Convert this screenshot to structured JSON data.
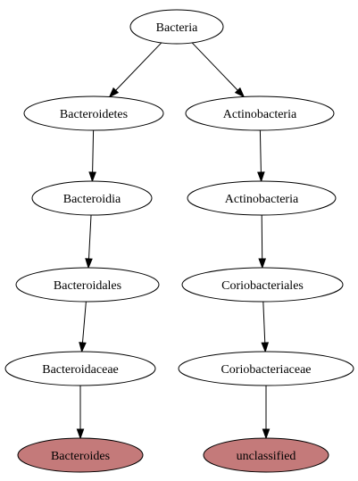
{
  "diagram": {
    "colors": {
      "default_fill": "#ffffff",
      "leaf_fill": "#c47a7a",
      "stroke": "#000000",
      "text": "#000000"
    },
    "nodes": [
      {
        "id": "bacteria",
        "label": "Bacteria",
        "highlighted": false
      },
      {
        "id": "bacteroidetes",
        "label": "Bacteroidetes",
        "highlighted": false
      },
      {
        "id": "actinobacteria-phylum",
        "label": "Actinobacteria",
        "highlighted": false
      },
      {
        "id": "bacteroidia",
        "label": "Bacteroidia",
        "highlighted": false
      },
      {
        "id": "actinobacteria-class",
        "label": "Actinobacteria",
        "highlighted": false
      },
      {
        "id": "bacteroidales",
        "label": "Bacteroidales",
        "highlighted": false
      },
      {
        "id": "coriobacteriales",
        "label": "Coriobacteriales",
        "highlighted": false
      },
      {
        "id": "bacteroidaceae",
        "label": "Bacteroidaceae",
        "highlighted": false
      },
      {
        "id": "coriobacteriaceae",
        "label": "Coriobacteriaceae",
        "highlighted": false
      },
      {
        "id": "bacteroides",
        "label": "Bacteroides",
        "highlighted": true
      },
      {
        "id": "unclassified",
        "label": "unclassified",
        "highlighted": true
      }
    ],
    "edges": [
      {
        "from": "bacteria",
        "to": "bacteroidetes"
      },
      {
        "from": "bacteria",
        "to": "actinobacteria-phylum"
      },
      {
        "from": "bacteroidetes",
        "to": "bacteroidia"
      },
      {
        "from": "actinobacteria-phylum",
        "to": "actinobacteria-class"
      },
      {
        "from": "bacteroidia",
        "to": "bacteroidales"
      },
      {
        "from": "actinobacteria-class",
        "to": "coriobacteriales"
      },
      {
        "from": "bacteroidales",
        "to": "bacteroidaceae"
      },
      {
        "from": "coriobacteriales",
        "to": "coriobacteriaceae"
      },
      {
        "from": "bacteroidaceae",
        "to": "bacteroides"
      },
      {
        "from": "coriobacteriaceae",
        "to": "unclassified"
      }
    ]
  }
}
